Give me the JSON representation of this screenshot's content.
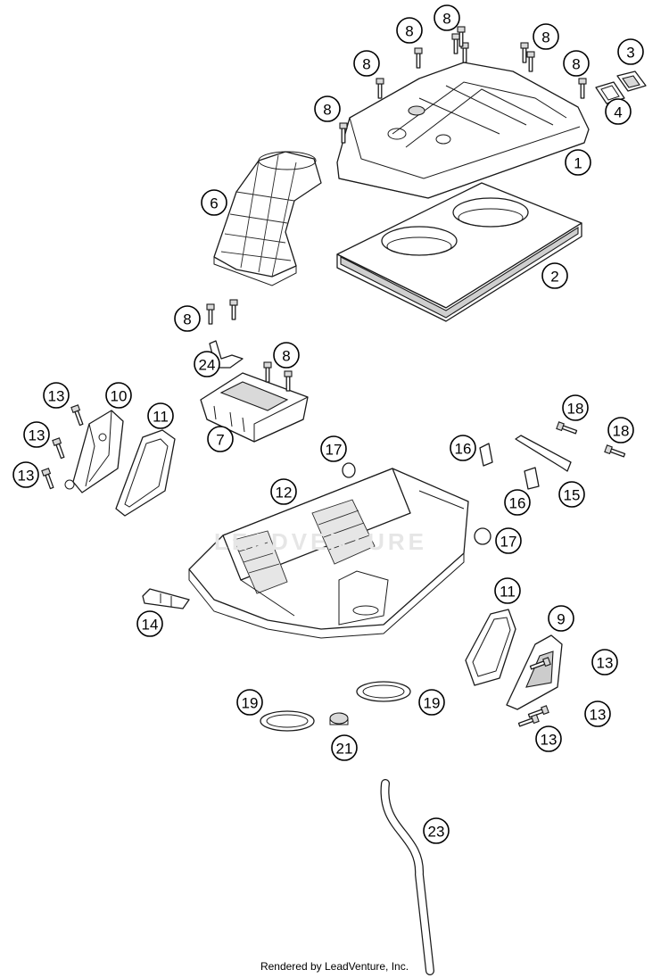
{
  "footer_text": "Rendered by LeadVenture, Inc.",
  "watermark_text": "LEADVENTURE",
  "callouts": [
    "1",
    "2",
    "3",
    "4",
    "6",
    "7",
    "8",
    "9",
    "10",
    "11",
    "12",
    "13",
    "14",
    "15",
    "16",
    "17",
    "18",
    "19",
    "21",
    "23",
    "24"
  ]
}
